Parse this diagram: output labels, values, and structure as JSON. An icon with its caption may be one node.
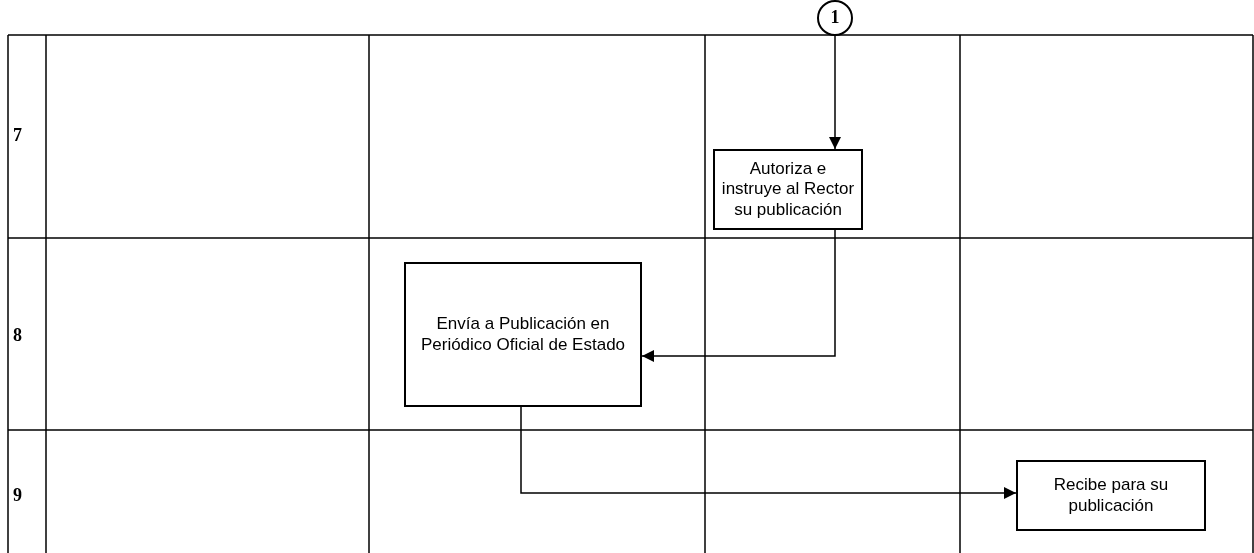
{
  "diagram": {
    "nodes": [
      {
        "text": [
          "1"
        ]
      },
      {
        "text": [
          "Autoriza e instruye al Rector su publicación"
        ]
      },
      {
        "text": [
          "Envía a Publicación en Periódico Oficial de Estado"
        ]
      },
      {
        "text": [
          "Recibe para su publicación"
        ]
      }
    ],
    "edges": [
      {
        "from": 0,
        "to": 1,
        "arrow": "to"
      },
      {
        "from": 1,
        "to": 2,
        "arrow": "to"
      },
      {
        "from": 2,
        "to": 3,
        "arrow": "to"
      }
    ],
    "labels": [
      "7",
      "8",
      "9"
    ]
  }
}
